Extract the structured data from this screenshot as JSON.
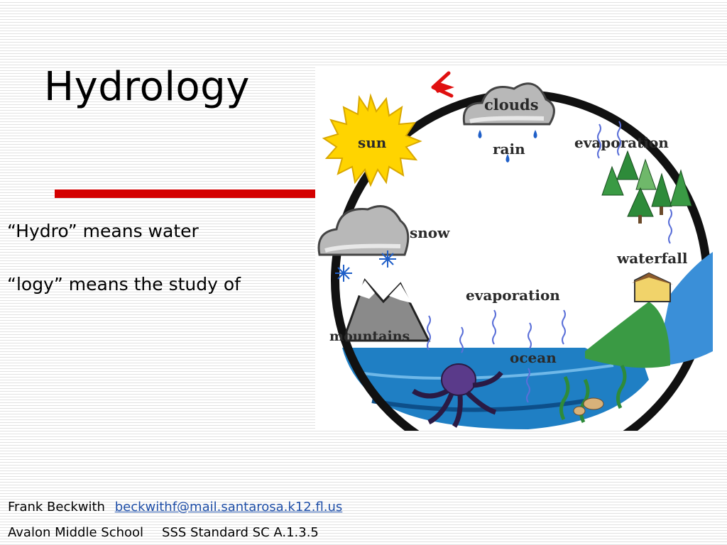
{
  "slide": {
    "title": "Hydrology",
    "bullets": [
      "“Hydro” means water",
      "“logy” means the study of"
    ],
    "footer": {
      "author": "Frank Beckwith",
      "email": "beckwithf@mail.santarosa.k12.fl.us",
      "school": "Avalon Middle School",
      "standard": "SSS Standard SC A.1.3.5"
    }
  },
  "diagram": {
    "labels": {
      "clouds": "clouds",
      "rain": "rain",
      "sun": "sun",
      "evaporation_top": "evaporation",
      "snow": "snow",
      "waterfall": "waterfall",
      "evaporation_middle": "evaporation",
      "mountains": "mountains",
      "ocean": "ocean"
    },
    "colors": {
      "sun": "#ffd400",
      "ocean": "#1f7fc4",
      "trees": "#2e8b3a",
      "arrow": "#e01010",
      "octopus": "#5a3a8a"
    }
  }
}
